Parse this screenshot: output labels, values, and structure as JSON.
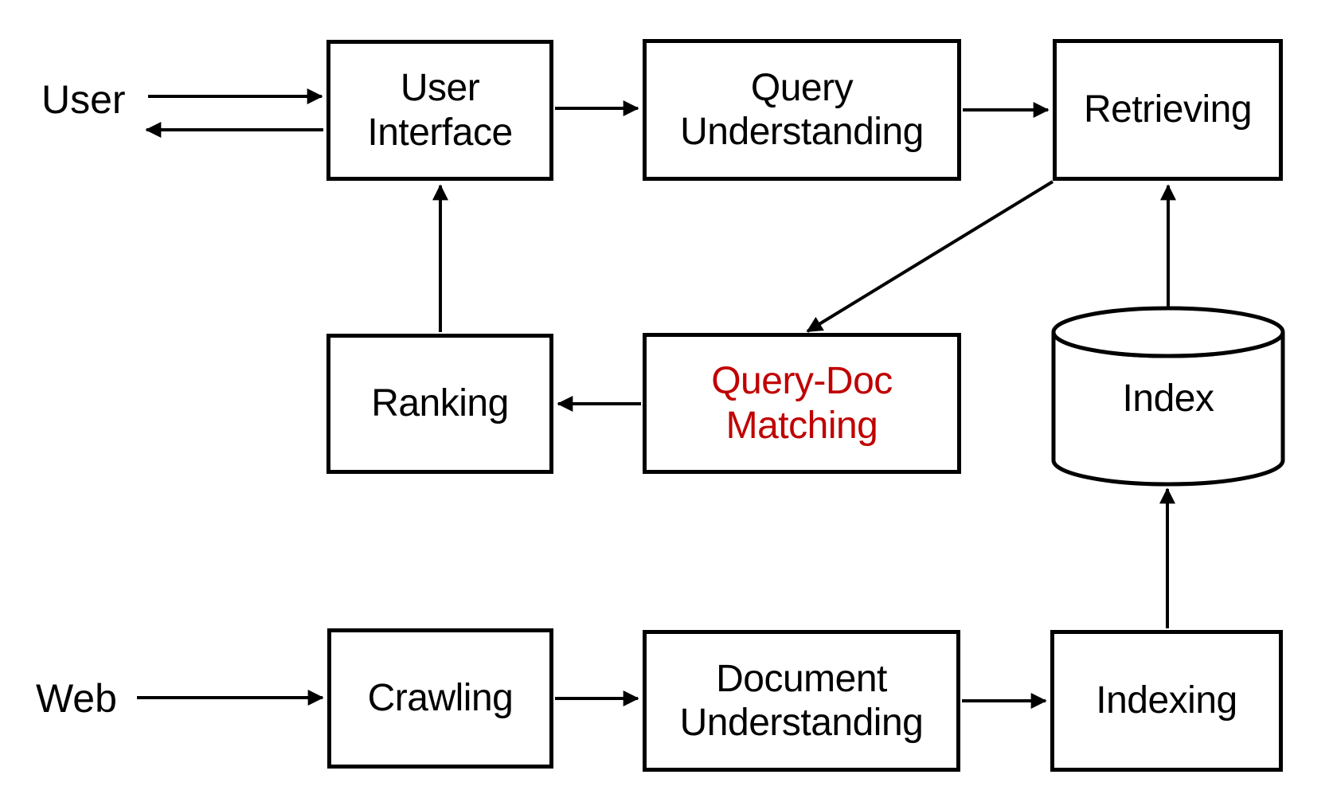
{
  "colors": {
    "line": "#000000",
    "box_fill": "#ffffff",
    "background": "#ffffff",
    "text": "#000000",
    "highlight_red": "#C00000"
  },
  "labels": {
    "user": "User",
    "web": "Web"
  },
  "nodes": {
    "user_interface": [
      "User",
      "Interface"
    ],
    "query_understanding": [
      "Query",
      "Understanding"
    ],
    "retrieving": [
      "Retrieving"
    ],
    "ranking": [
      "Ranking"
    ],
    "query_doc_matching": [
      "Query-Doc",
      "Matching"
    ],
    "index": [
      "Index"
    ],
    "crawling": [
      "Crawling"
    ],
    "document_understanding": [
      "Document",
      "Understanding"
    ],
    "indexing": [
      "Indexing"
    ]
  }
}
